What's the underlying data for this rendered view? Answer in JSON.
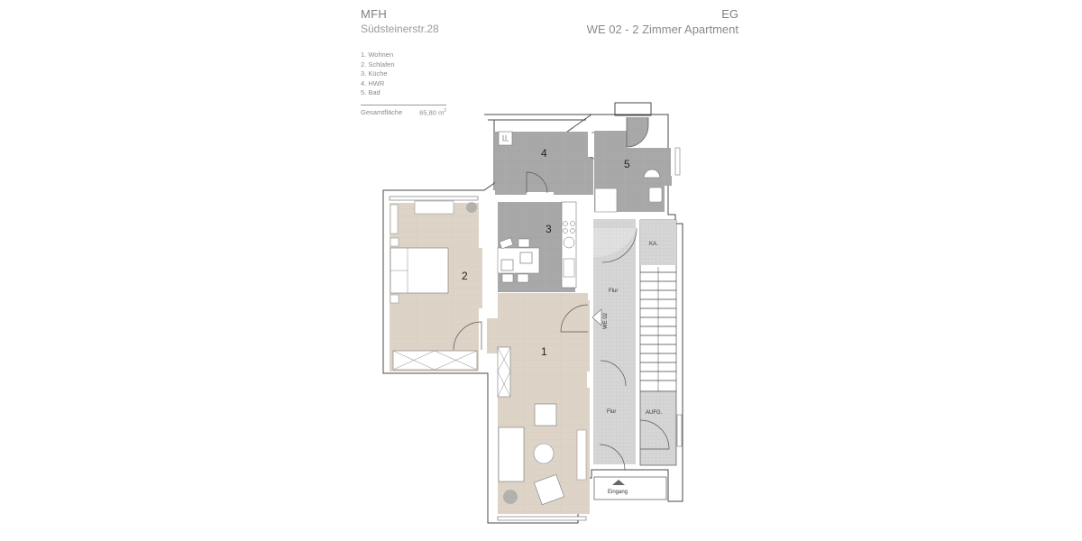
{
  "header": {
    "project": "MFH",
    "address": "Südsteinerstr.28",
    "floor": "EG",
    "unit_title": "WE 02 - 2 Zimmer Apartment"
  },
  "legend": {
    "items": [
      "1. Wohnen",
      "2. Schlafen",
      "3. Küche",
      "4. HWR",
      "5. Bad"
    ],
    "total_label": "Gesamtfläche",
    "total_value": "65,80 m",
    "total_unit_sup": "2"
  },
  "plan": {
    "rooms": [
      {
        "number": "1",
        "name": "Wohnen"
      },
      {
        "number": "2",
        "name": "Schlafen"
      },
      {
        "number": "3",
        "name": "Küche"
      },
      {
        "number": "4",
        "name": "HWR"
      },
      {
        "number": "5",
        "name": "Bad"
      }
    ],
    "labels": {
      "flur_upper": "Flur",
      "flur_lower": "Flur",
      "keller": "KA.",
      "aufzug": "AUFG.",
      "unit_marker": "WE 02",
      "entrance": "Eingang"
    },
    "colors": {
      "wood_floor": "#dcd3c6",
      "tile_floor": "#a9a9a9",
      "hall_floor": "#d4d4d4",
      "wall": "#4a4a4a"
    }
  }
}
